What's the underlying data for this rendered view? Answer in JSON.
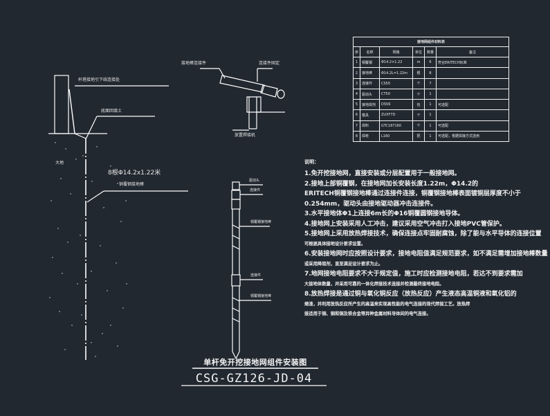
{
  "labels": {
    "pole_label": "杆塔接地引下线连接处",
    "surface_label": "底面回填土",
    "ground_label": "大地",
    "rod_spec": "8根Φ14.2x1.22米",
    "rod_note": "铜覆钢接地棒",
    "connector_top_left": "接地棒连接件",
    "connector_top_right": "连接件固定",
    "connector_bottom": "放置焊接机",
    "vert_1": "驱动头",
    "vert_2": "连接件",
    "vert_3": "铜覆钢接地棒",
    "vert_4": "连接件",
    "vert_5": "铜覆钢接地棒"
  },
  "table": {
    "title": "接地网组件材料表",
    "headers": [
      "序",
      "名称",
      "规格",
      "单位",
      "数量",
      "备注"
    ],
    "rows": [
      [
        "1",
        "铜覆钢",
        "Φ14.2×1.22",
        "m",
        "6",
        "符合ERITECH标准"
      ],
      [
        "2",
        "接地棒",
        "Φ14.2L=1.22m",
        "根",
        "8",
        ""
      ],
      [
        "3",
        "连接件",
        "CS50",
        "个",
        "7",
        ""
      ],
      [
        "4",
        "驱动头",
        "CT50",
        "个",
        "1",
        ""
      ],
      [
        "5",
        "接地焊剂",
        "DS56",
        "包",
        "1",
        "可选配"
      ],
      [
        "6",
        "模具",
        "ZUXF7D",
        "个",
        "1",
        ""
      ],
      [
        "7",
        "焊料",
        "GTC187160",
        "个",
        "1",
        "可选配"
      ],
      [
        "8",
        "焊枪",
        "L160",
        "把",
        "1",
        "可选配，根据焊接方式选用"
      ]
    ]
  },
  "notes": {
    "heading": "说明：",
    "lines": [
      {
        "text": "1.免开挖接地网，直接安装或分层配置用于一般接地网。",
        "small": false
      },
      {
        "text": "2.接地上部铜覆钢，在接地网加长安装长度1.22m，Φ14.2的",
        "small": false
      },
      {
        "text": "ERITECH铜覆钢接地棒通过连接件连接，铜覆钢接地棒表面镀铜层厚度不小于",
        "small": false
      },
      {
        "text": "0.254mm，驱动头由接地驱动器冲击连接件。",
        "small": false
      },
      {
        "text": "3.水平接地体Φ1上连接6m长的Φ16铜覆圆钢接地导体。",
        "small": false
      },
      {
        "text": "4.接地网上安装采用人工冲击，建议采用空气冲击打入接地PVC管保护。",
        "small": false
      },
      {
        "text": "5.接地网上采用放热焊接技术，确保连接点牢固耐腐蚀，除了能与水平导体的连接位置",
        "small": false
      },
      {
        "text": "可根据具体接地设计要求设置。",
        "small": true
      },
      {
        "text": "6.安装接地网时应按照设计要求，接地电阻值满足规范要求，如不满足需增加接地棒数量",
        "small": false
      },
      {
        "text": "或采用降阻剂，直至满足设计要求为止。",
        "small": true
      },
      {
        "text": "7.地网接地电阻要求不大于规定值，施工时应检测接地电阻，若达不到要求需加",
        "small": false
      },
      {
        "text": "大接地体数量，并采用可靠的一体化焊接技术连接并检测最终接地电阻。",
        "small": true
      },
      {
        "text": "8.放热焊接是通过铜与氧化铜反应（放热反应）产生液态高温铜液和氧化铝的",
        "small": false
      },
      {
        "text": "熔渣，并利用放热反应所产生的高温来实现高性能的电气连接的现代焊接工艺。放热焊",
        "small": true
      },
      {
        "text": "接适用于铜、铜和铜及铁合金等异种金属材料导体间的电气连接。",
        "small": true
      }
    ]
  },
  "title": "单杆免开挖接地网组件安装图",
  "drawing_code": "CSG-GZ126-JD-04",
  "colors": {
    "background": "#212830",
    "line": "#ffffff"
  }
}
